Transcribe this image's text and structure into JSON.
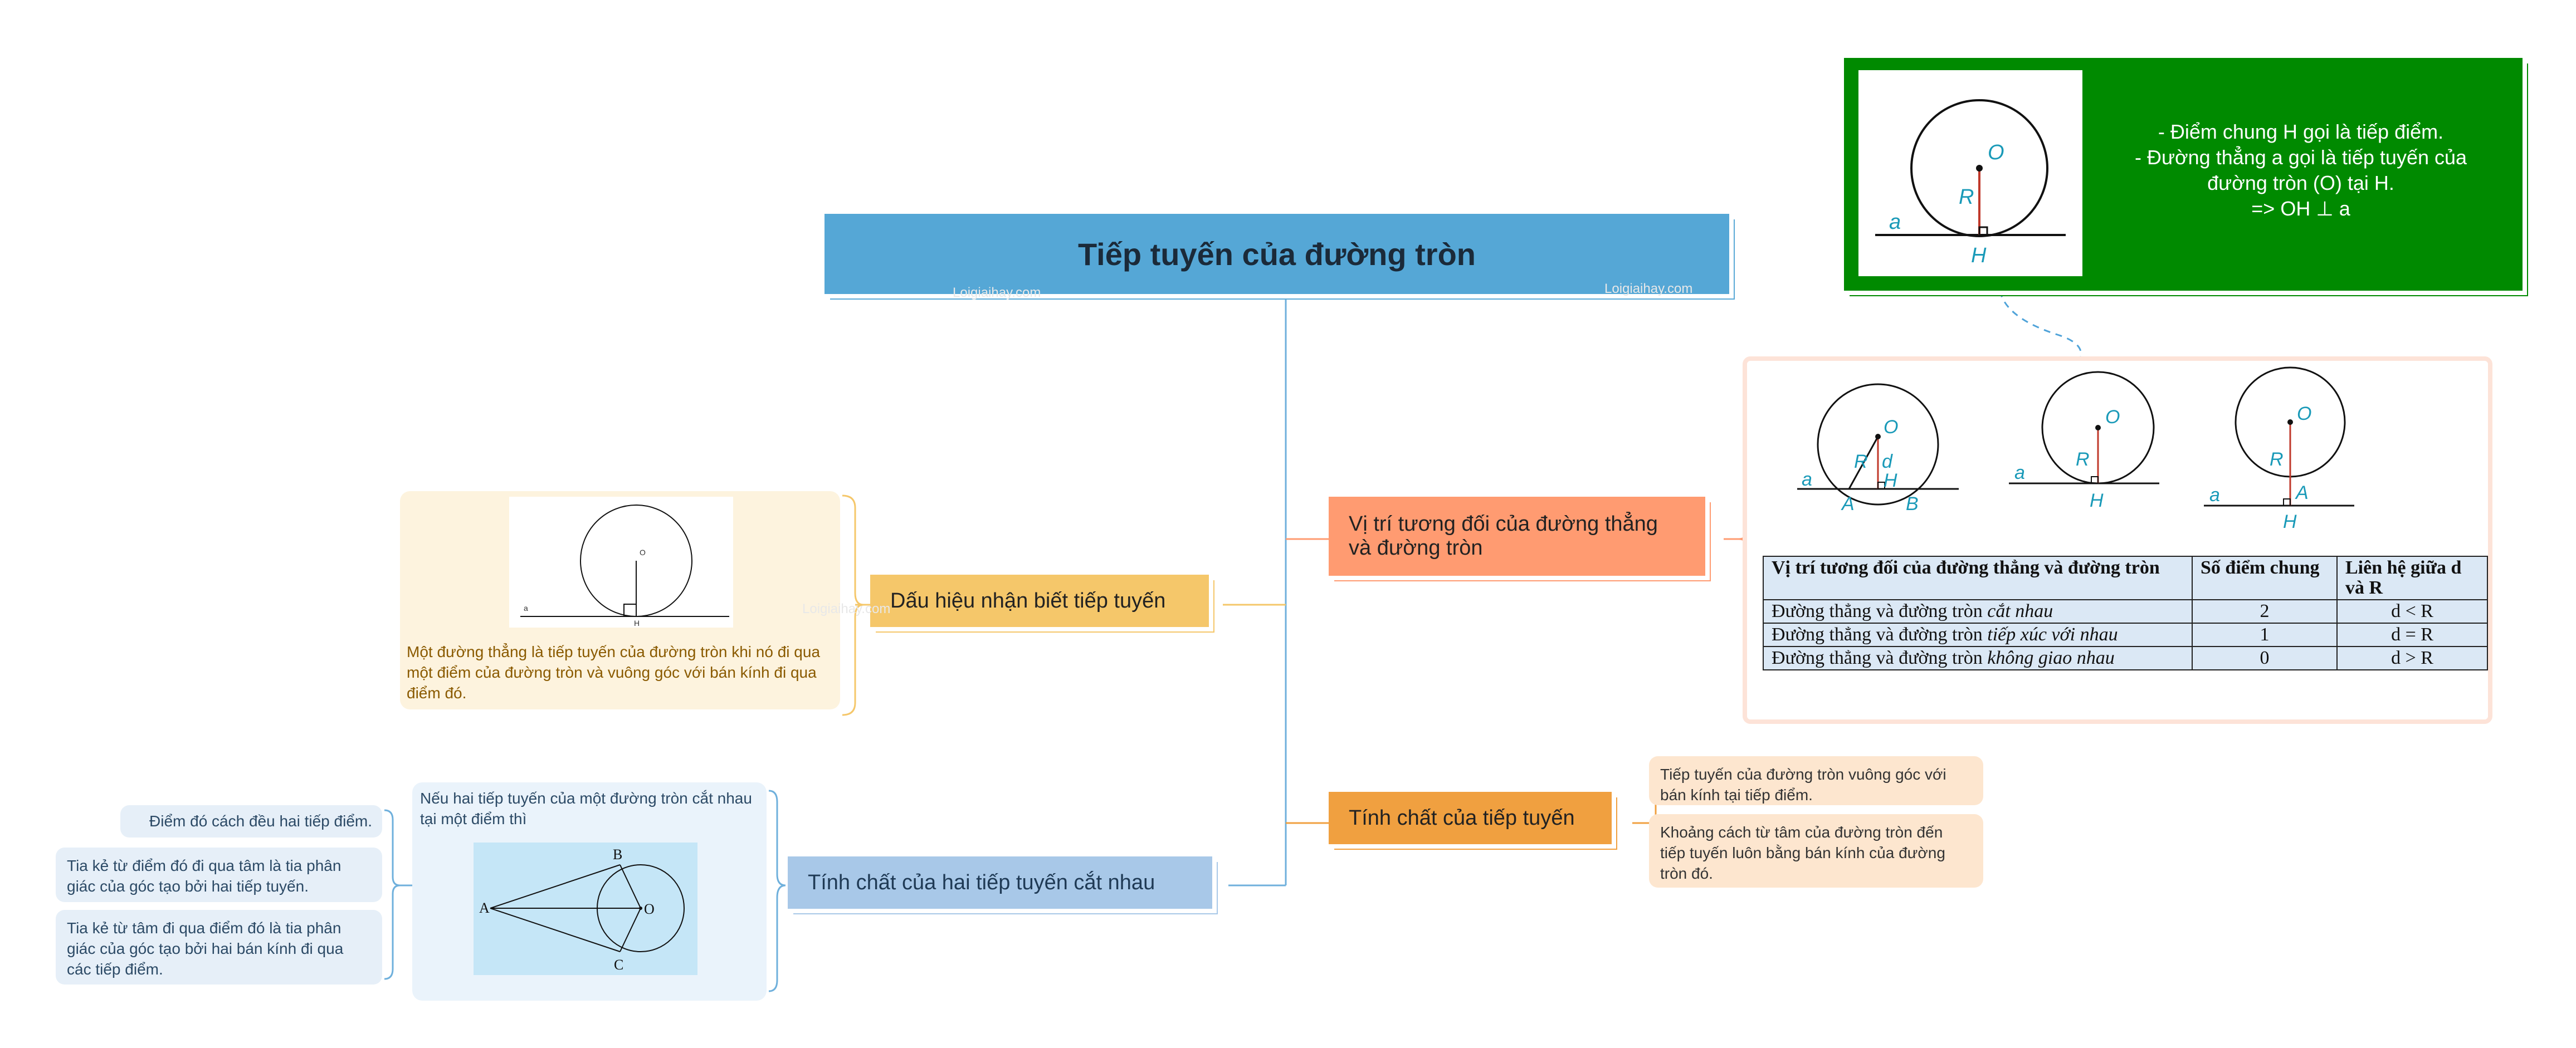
{
  "root": {
    "title": "Tiếp tuyến của đường tròn"
  },
  "green_card": {
    "color": "#008a00",
    "lines": [
      "- Điểm chung H gọi là tiếp điểm.",
      "- Đường thẳng a gọi là tiếp tuyến của",
      "đường tròn (O) tại H.",
      "=> OH ⊥ a"
    ],
    "figure_labels": {
      "O": "O",
      "R": "R",
      "a": "a",
      "H": "H"
    }
  },
  "branch_position": {
    "label": "Vị trí tương đối của đường thẳng và đường tròn",
    "color": "#ff9b71",
    "figures": [
      {
        "O": "O",
        "R": "R",
        "d": "d",
        "H": "H",
        "a": "a",
        "A": "A",
        "B": "B"
      },
      {
        "O": "O",
        "R": "R",
        "a": "a",
        "H": "H"
      },
      {
        "O": "O",
        "R": "R",
        "a": "a",
        "A": "A",
        "H": "H"
      }
    ],
    "table": {
      "headers": [
        "Vị trí tương đối của đường thẳng và đường tròn",
        "Số điểm chung",
        "Liên hệ giữa d và R"
      ],
      "rows": [
        {
          "pos_prefix": "Đường thẳng và đường tròn ",
          "pos_em": "cắt nhau",
          "points": "2",
          "relation": "d < R"
        },
        {
          "pos_prefix": "Đường thẳng và đường tròn ",
          "pos_em": "tiếp xúc với nhau",
          "points": "1",
          "relation": "d = R"
        },
        {
          "pos_prefix": "Đường thẳng và đường tròn ",
          "pos_em": "không giao nhau",
          "points": "0",
          "relation": "d > R"
        }
      ]
    }
  },
  "branch_sign": {
    "label": "Dấu hiệu nhận biết tiếp tuyến",
    "color": "#f5c76a",
    "note": "Một đường thẳng là tiếp tuyến của đường tròn khi nó đi qua một điểm của đường tròn và vuông góc với bán kính đi qua điểm đó.",
    "figure_labels": {
      "O": "O",
      "a": "a",
      "H": "H"
    }
  },
  "branch_property": {
    "label": "Tính chất của tiếp tuyến",
    "color": "#f0a040",
    "leaves": [
      "Tiếp tuyến của đường tròn vuông góc với bán kính tại tiếp điểm.",
      "Khoảng cách từ tâm của đường tròn đến tiếp tuyến luôn bằng bán kính của đường tròn đó."
    ]
  },
  "branch_two_tangents": {
    "label": "Tính chất của hai tiếp tuyến cắt nhau",
    "color": "#a8c8e8",
    "note": "Nếu hai tiếp tuyến của một đường tròn cắt nhau tại một điểm thì",
    "figure_labels": {
      "A": "A",
      "B": "B",
      "C": "C",
      "O": "O"
    },
    "leaves": [
      "Điểm đó cách đều hai tiếp điểm.",
      "Tia kẻ từ điểm đó đi qua tâm là tia phân giác của góc tạo bởi hai tiếp tuyến.",
      "Tia kẻ từ tâm đi qua điểm đó là tia phân giác của góc tạo bởi hai bán kính đi qua các tiếp điểm."
    ]
  },
  "watermark": "Loigiaihay.com"
}
